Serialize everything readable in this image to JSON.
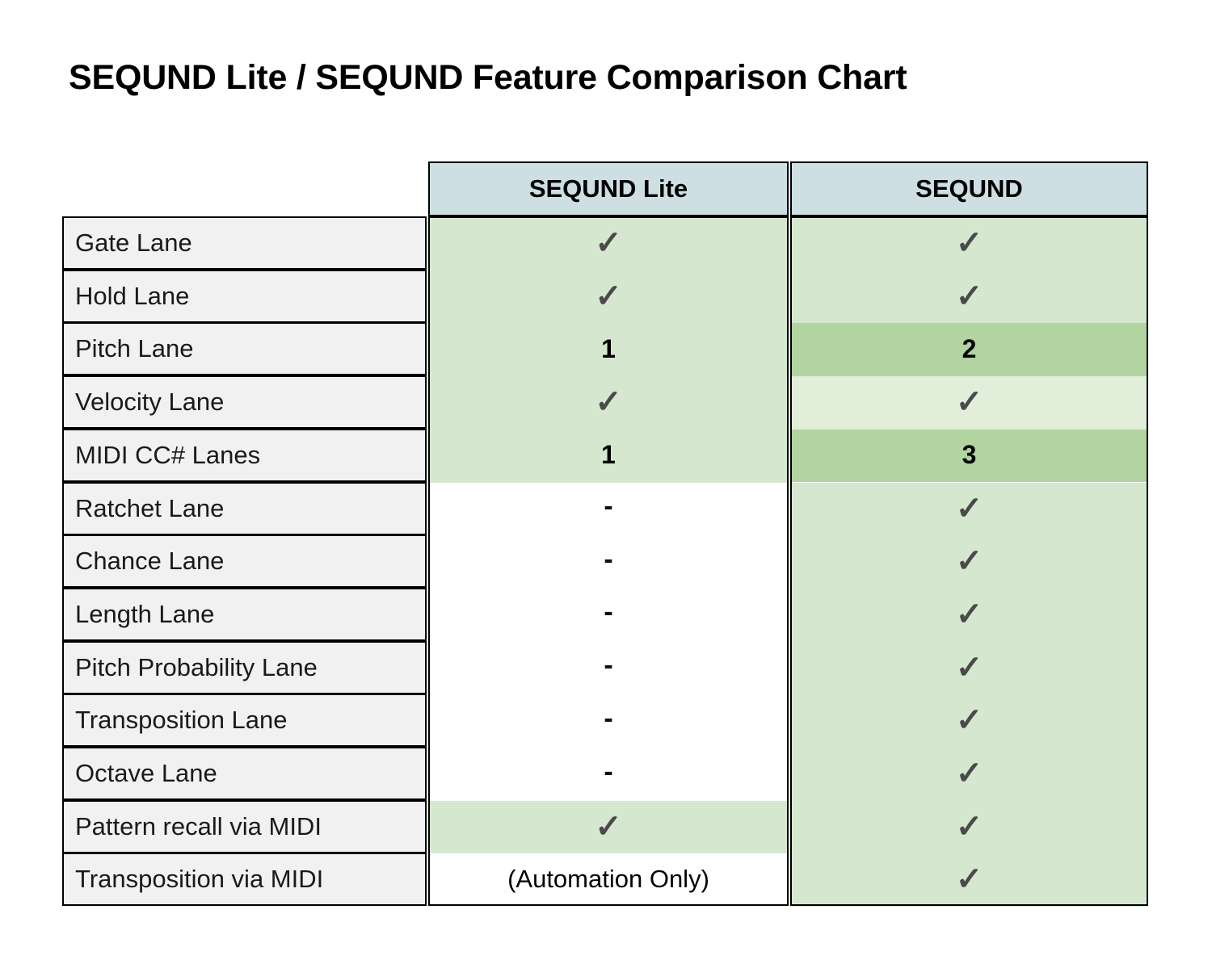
{
  "page": {
    "title": "SEQUND Lite / SEQUND Feature Comparison Chart"
  },
  "colors": {
    "header_blue": "#cddfe3",
    "label_gray": "#f1f1f1",
    "green_base": "#d6e7d0",
    "green_dark": "#b1d4a0",
    "green_light": "#e0eeda",
    "white": "#ffffff",
    "check_gray": "#4a4a4a",
    "border_black": "#000000"
  },
  "chart_data": {
    "type": "table",
    "title": "SEQUND Lite / SEQUND Feature Comparison Chart",
    "columns": [
      "",
      "SEQUND Lite",
      "SEQUND"
    ],
    "rows": [
      {
        "feature": "Gate Lane",
        "lite": "✓",
        "seqund": "✓",
        "lite_kind": "check",
        "seqund_kind": "check",
        "lite_fill": "green_base",
        "seqund_fill": "green_base"
      },
      {
        "feature": "Hold Lane",
        "lite": "✓",
        "seqund": "✓",
        "lite_kind": "check",
        "seqund_kind": "check",
        "lite_fill": "green_base",
        "seqund_fill": "green_base"
      },
      {
        "feature": "Pitch Lane",
        "lite": "1",
        "seqund": "2",
        "lite_kind": "number",
        "seqund_kind": "number",
        "lite_fill": "green_base",
        "seqund_fill": "green_dark"
      },
      {
        "feature": "Velocity Lane",
        "lite": "✓",
        "seqund": "✓",
        "lite_kind": "check",
        "seqund_kind": "check",
        "lite_fill": "green_base",
        "seqund_fill": "green_light"
      },
      {
        "feature": "MIDI CC# Lanes",
        "lite": "1",
        "seqund": "3",
        "lite_kind": "number",
        "seqund_kind": "number",
        "lite_fill": "green_base",
        "seqund_fill": "green_dark"
      },
      {
        "feature": "Ratchet Lane",
        "lite": "-",
        "seqund": "✓",
        "lite_kind": "dash",
        "seqund_kind": "check",
        "lite_fill": "white",
        "seqund_fill": "green_base"
      },
      {
        "feature": "Chance Lane",
        "lite": "-",
        "seqund": "✓",
        "lite_kind": "dash",
        "seqund_kind": "check",
        "lite_fill": "white",
        "seqund_fill": "green_base"
      },
      {
        "feature": "Length Lane",
        "lite": "-",
        "seqund": "✓",
        "lite_kind": "dash",
        "seqund_kind": "check",
        "lite_fill": "white",
        "seqund_fill": "green_base"
      },
      {
        "feature": "Pitch Probability Lane",
        "lite": "-",
        "seqund": "✓",
        "lite_kind": "dash",
        "seqund_kind": "check",
        "lite_fill": "white",
        "seqund_fill": "green_base"
      },
      {
        "feature": "Transposition Lane",
        "lite": "-",
        "seqund": "✓",
        "lite_kind": "dash",
        "seqund_kind": "check",
        "lite_fill": "white",
        "seqund_fill": "green_base"
      },
      {
        "feature": "Octave Lane",
        "lite": "-",
        "seqund": "✓",
        "lite_kind": "dash",
        "seqund_kind": "check",
        "lite_fill": "white",
        "seqund_fill": "green_base"
      },
      {
        "feature": "Pattern recall via MIDI",
        "lite": "✓",
        "seqund": "✓",
        "lite_kind": "check",
        "seqund_kind": "check",
        "lite_fill": "green_base",
        "seqund_fill": "green_base"
      },
      {
        "feature": "Transposition via MIDI",
        "lite": "(Automation Only)",
        "seqund": "✓",
        "lite_kind": "text",
        "seqund_kind": "check",
        "lite_fill": "white",
        "seqund_fill": "green_base"
      }
    ]
  }
}
